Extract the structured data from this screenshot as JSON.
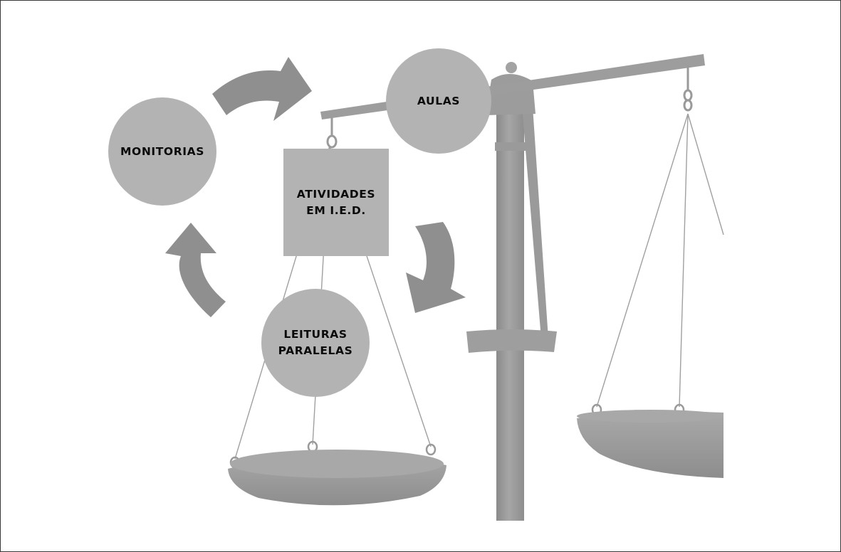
{
  "diagram": {
    "nodes": [
      {
        "id": "aulas",
        "label": "AULAS",
        "shape": "circle"
      },
      {
        "id": "monitorias",
        "label": "MONITORIAS",
        "shape": "circle"
      },
      {
        "id": "leituras",
        "label": "LEITURAS\nPARALELAS",
        "shape": "circle"
      },
      {
        "id": "atividades",
        "label": "ATIVIDADES\nEM I.E.D.",
        "shape": "square"
      }
    ],
    "cycle_arrows": [
      {
        "from": "monitorias",
        "to": "aulas"
      },
      {
        "from": "aulas",
        "to": "leituras"
      },
      {
        "from": "leituras",
        "to": "monitorias"
      }
    ],
    "background_image": "balance-scale",
    "colors": {
      "node_fill": "#b3b3b3",
      "arrow_fill": "#8f8f8f",
      "scale_fill": "#9c9c9c",
      "text": "#0a0a0a"
    }
  }
}
